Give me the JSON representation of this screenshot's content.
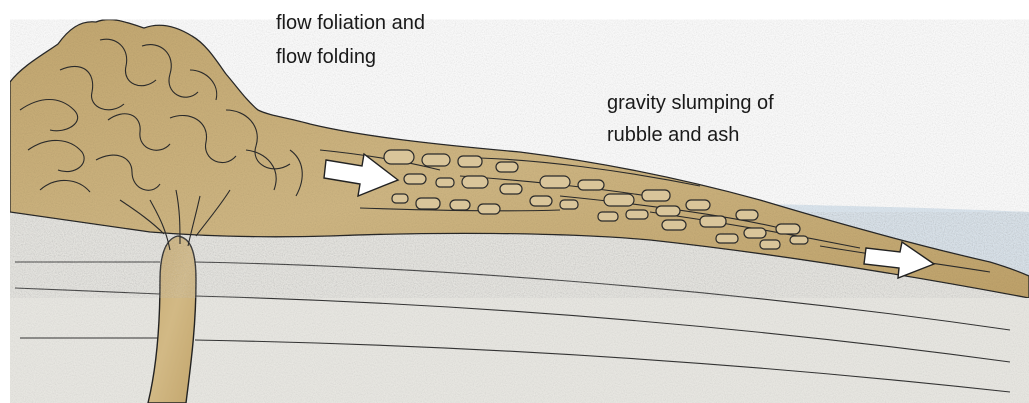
{
  "labels": {
    "flow": [
      "flow foliation and",
      "flow folding"
    ],
    "gravity": [
      "gravity slumping of",
      "rubble and ash"
    ]
  },
  "colors": {
    "lava": "#c8ad78",
    "lava_dark": "#a98f5c",
    "bedrock": "#ecebe6",
    "water": "#dbe7f1",
    "arrow_fill": "#ffffff",
    "line": "#222222"
  },
  "icons": {
    "arrow": "right-arrow-icon"
  }
}
